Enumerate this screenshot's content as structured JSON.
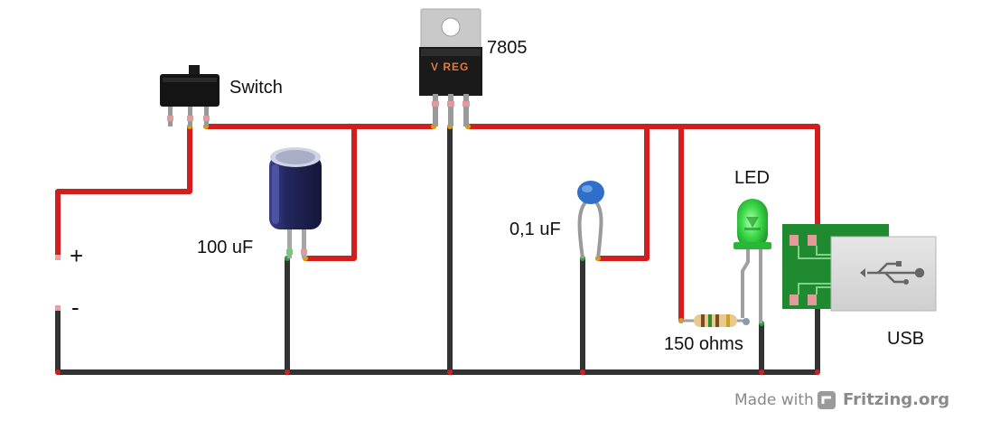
{
  "labels": {
    "regulator": "7805",
    "regulator_marking": "V REG",
    "switch": "Switch",
    "cap_electrolytic": "100 uF",
    "cap_ceramic": "0,1 uF",
    "led": "LED",
    "resistor": "150 ohms",
    "usb": "USB",
    "plus": "+",
    "minus": "-"
  },
  "footer": {
    "made_with": "Made with",
    "brand": "Fritzing.org"
  },
  "colors": {
    "wire_red": "#d11f1f",
    "wire_black": "#333333",
    "led_green": "#3ddc4a",
    "pcb_green": "#1f8a2f",
    "cap_blue": "#2b2f6e",
    "ceramic_blue": "#2f6fc9"
  },
  "icons": [
    "usb-icon",
    "fritzing-logo-icon"
  ]
}
